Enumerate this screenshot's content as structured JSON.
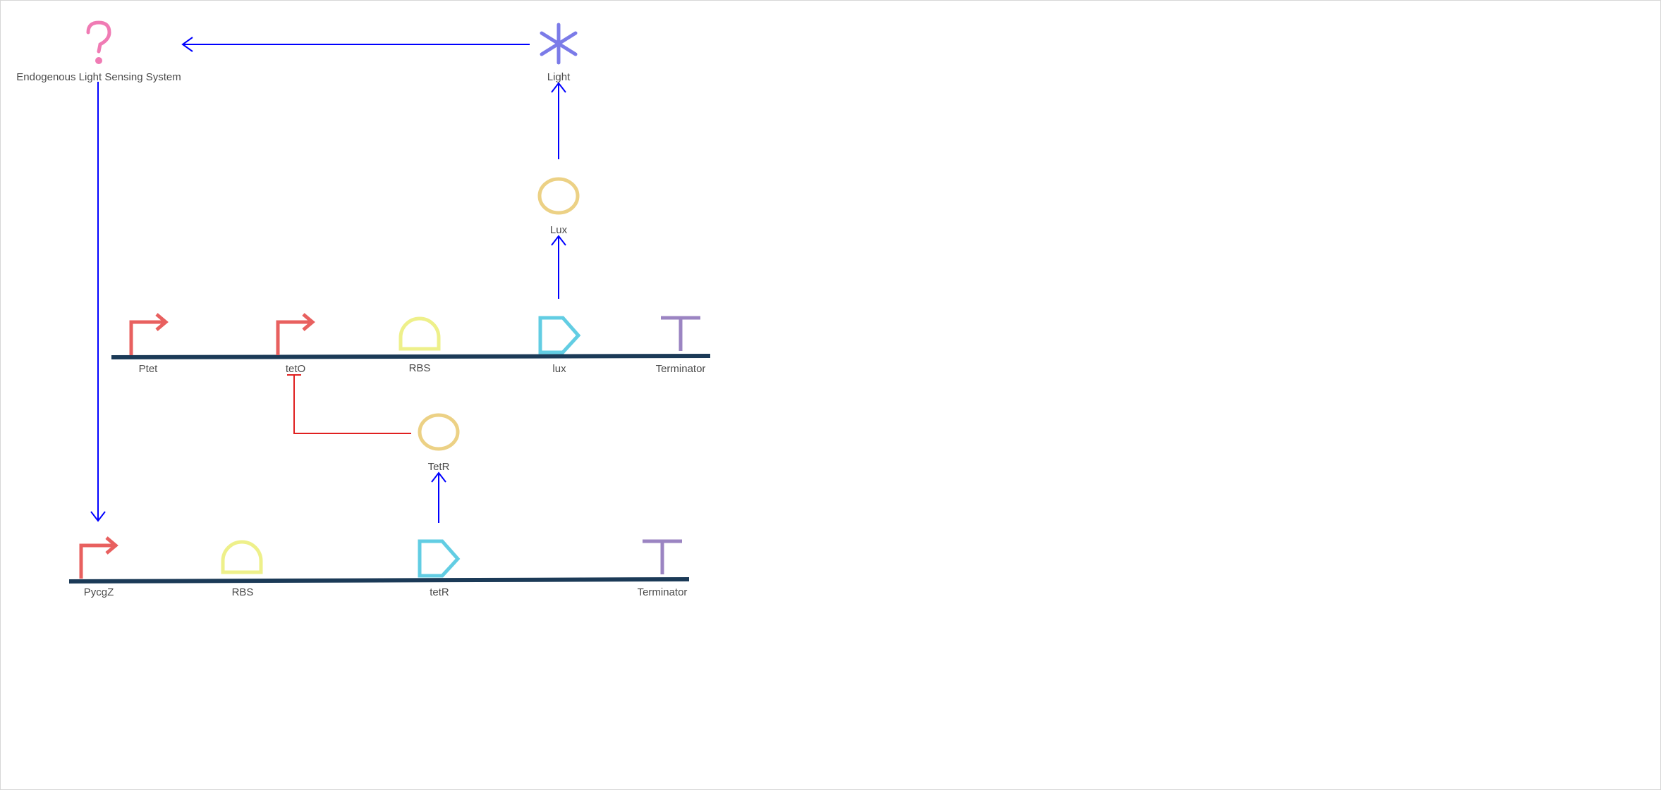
{
  "colors": {
    "activation": "#0000ff",
    "repression": "#e02020",
    "backbone": "#1b3a57",
    "promoter": "#e8605f",
    "rbs": "#eef08a",
    "cds": "#62cde3",
    "terminator": "#9b84c2",
    "protein": "#ecd185",
    "unknown": "#f07bb4",
    "light": "#7b7be8"
  },
  "nodes": {
    "unknown_system": {
      "label": "Endogenous Light Sensing System",
      "icon": "question-mark-icon"
    },
    "light": {
      "label": "Light",
      "icon": "asterisk-light-icon"
    },
    "lux_protein": {
      "label": "Lux",
      "icon": "protein-ellipse-icon"
    },
    "tetr_protein": {
      "label": "TetR",
      "icon": "protein-ellipse-icon"
    }
  },
  "constructs": [
    {
      "id": "construct-top",
      "parts": [
        {
          "type": "promoter",
          "label": "Ptet",
          "icon": "promoter-arrow-icon"
        },
        {
          "type": "promoter",
          "label": "tetO",
          "icon": "promoter-arrow-icon"
        },
        {
          "type": "rbs",
          "label": "RBS",
          "icon": "rbs-half-circle-icon"
        },
        {
          "type": "cds",
          "label": "lux",
          "icon": "cds-pentagon-icon"
        },
        {
          "type": "terminator",
          "label": "Terminator",
          "icon": "terminator-t-icon"
        }
      ]
    },
    {
      "id": "construct-bottom",
      "parts": [
        {
          "type": "promoter",
          "label": "PycgZ",
          "icon": "promoter-arrow-icon"
        },
        {
          "type": "rbs",
          "label": "RBS",
          "icon": "rbs-half-circle-icon"
        },
        {
          "type": "cds",
          "label": "tetR",
          "icon": "cds-pentagon-icon"
        },
        {
          "type": "terminator",
          "label": "Terminator",
          "icon": "terminator-t-icon"
        }
      ]
    }
  ],
  "interactions": [
    {
      "from": "Light",
      "to": "Endogenous Light Sensing System",
      "type": "activation"
    },
    {
      "from": "Lux",
      "to": "Light",
      "type": "activation"
    },
    {
      "from": "lux",
      "to": "Lux",
      "type": "activation"
    },
    {
      "from": "Endogenous Light Sensing System",
      "to": "PycgZ",
      "type": "activation"
    },
    {
      "from": "tetR",
      "to": "TetR",
      "type": "activation"
    },
    {
      "from": "TetR",
      "to": "tetO",
      "type": "repression"
    }
  ]
}
